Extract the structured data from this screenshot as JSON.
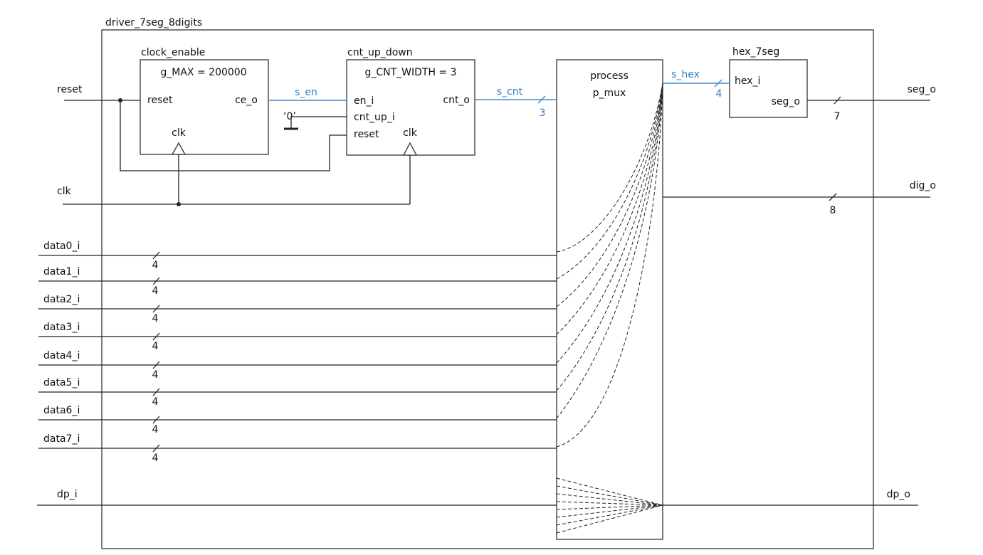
{
  "top_entity": "driver_7seg_8digits",
  "colors": {
    "wire": "#222222",
    "signal_blue": "#3a8ad0",
    "block_border": "#333333"
  },
  "blocks": {
    "clock_enable": {
      "name": "clock_enable",
      "generic": "g_MAX = 200000",
      "ports": {
        "reset": "reset",
        "ce_o": "ce_o",
        "clk": "clk"
      }
    },
    "cnt_up_down": {
      "name": "cnt_up_down",
      "generic": "g_CNT_WIDTH = 3",
      "ports": {
        "en_i": "en_i",
        "cnt_up_i": "cnt_up_i",
        "reset": "reset",
        "clk": "clk",
        "cnt_o": "cnt_o"
      }
    },
    "p_mux": {
      "line1": "process",
      "line2": "p_mux"
    },
    "hex_7seg": {
      "name": "hex_7seg",
      "ports": {
        "hex_i": "hex_i",
        "seg_o": "seg_o"
      }
    }
  },
  "constant_zero": "‘0’",
  "signals": {
    "s_en": "s_en",
    "s_cnt": {
      "name": "s_cnt",
      "width": "3"
    },
    "s_hex": {
      "name": "s_hex",
      "width": "4"
    }
  },
  "inputs": {
    "reset": "reset",
    "clk": "clk",
    "data": [
      {
        "name": "data0_i",
        "width": "4"
      },
      {
        "name": "data1_i",
        "width": "4"
      },
      {
        "name": "data2_i",
        "width": "4"
      },
      {
        "name": "data3_i",
        "width": "4"
      },
      {
        "name": "data4_i",
        "width": "4"
      },
      {
        "name": "data5_i",
        "width": "4"
      },
      {
        "name": "data6_i",
        "width": "4"
      },
      {
        "name": "data7_i",
        "width": "4"
      }
    ],
    "dp": "dp_i"
  },
  "outputs": {
    "seg_o": {
      "name": "seg_o",
      "width": "7"
    },
    "dig_o": {
      "name": "dig_o",
      "width": "8"
    },
    "dp_o": "dp_o"
  }
}
